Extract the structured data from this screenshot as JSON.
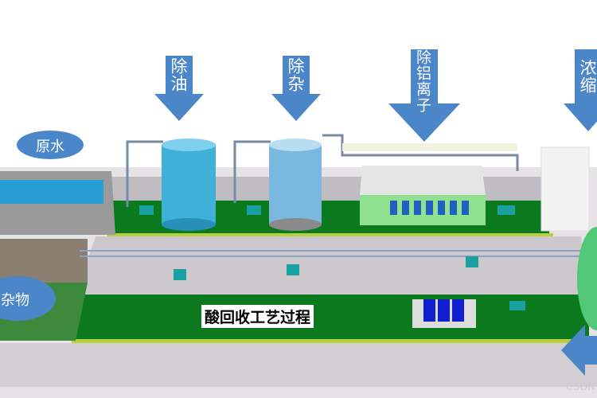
{
  "steps": [
    {
      "label": "除油"
    },
    {
      "label": "除杂"
    },
    {
      "label": "除铝离子"
    },
    {
      "label": "浓缩"
    }
  ],
  "inputs": {
    "raw_water": "原水",
    "impurities": "杂物"
  },
  "caption": "酸回收工艺过程",
  "watermark": "CSDN",
  "colors": {
    "arrow": "#4a86c8",
    "platform_green": "#0b7a1e",
    "floor": "#ccc8cc",
    "tank": "#3fb0d8"
  }
}
